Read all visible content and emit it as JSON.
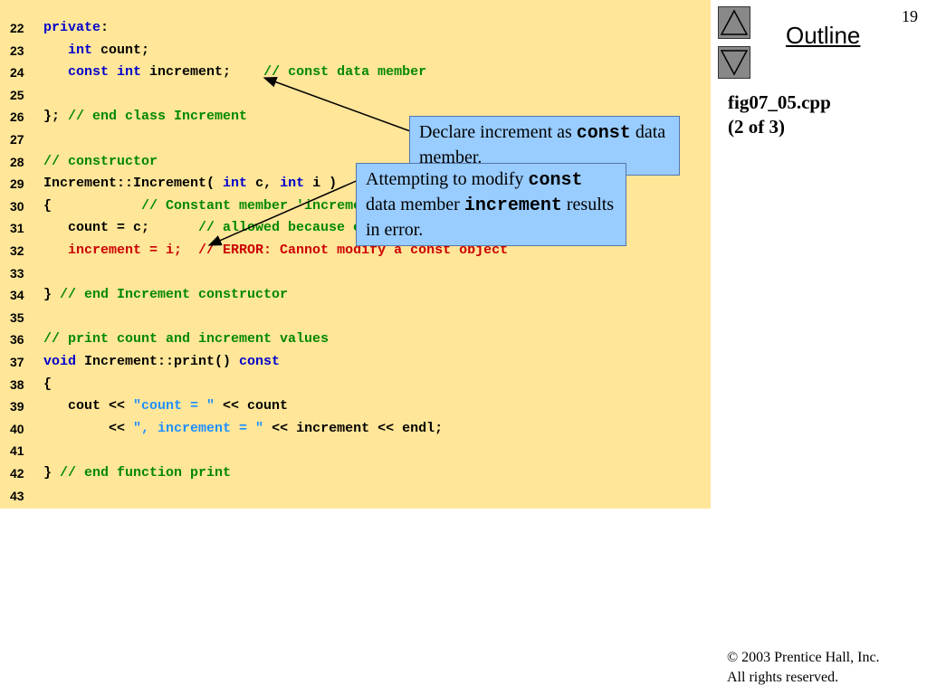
{
  "page_number": "19",
  "outline": {
    "label": "Outline"
  },
  "nav": {
    "up_icon": "triangle-up",
    "down_icon": "triangle-down",
    "button_color": "#888888"
  },
  "file": {
    "name": "fig07_05.cpp",
    "part": "(2 of 3)"
  },
  "copyright": {
    "line1": "© 2003 Prentice Hall, Inc.",
    "line2": "All rights reserved."
  },
  "colors": {
    "code_background": "#ffe699",
    "keyword": "#0000cc",
    "comment": "#008800",
    "string": "#1e90ff",
    "error": "#cc0000",
    "callout": "#99ccff"
  },
  "code": [
    {
      "n": "22",
      "tokens": [
        {
          "t": "kw",
          "v": "private"
        },
        {
          "t": "plain",
          "v": ":"
        }
      ]
    },
    {
      "n": "23",
      "tokens": [
        {
          "t": "plain",
          "v": "   "
        },
        {
          "t": "kw",
          "v": "int"
        },
        {
          "t": "plain",
          "v": " count;"
        }
      ]
    },
    {
      "n": "24",
      "tokens": [
        {
          "t": "plain",
          "v": "   "
        },
        {
          "t": "kw",
          "v": "const int"
        },
        {
          "t": "plain",
          "v": " increment;    "
        },
        {
          "t": "cm",
          "v": "// const data member"
        }
      ]
    },
    {
      "n": "25",
      "tokens": []
    },
    {
      "n": "26",
      "tokens": [
        {
          "t": "plain",
          "v": "}; "
        },
        {
          "t": "cm",
          "v": "// end class Increment"
        }
      ]
    },
    {
      "n": "27",
      "tokens": []
    },
    {
      "n": "28",
      "tokens": [
        {
          "t": "cm",
          "v": "// constructor"
        }
      ]
    },
    {
      "n": "29",
      "tokens": [
        {
          "t": "plain",
          "v": "Increment::Increment( "
        },
        {
          "t": "kw",
          "v": "int"
        },
        {
          "t": "plain",
          "v": " c, "
        },
        {
          "t": "kw",
          "v": "int"
        },
        {
          "t": "plain",
          "v": " i )"
        }
      ]
    },
    {
      "n": "30",
      "tokens": [
        {
          "t": "plain",
          "v": "{           "
        },
        {
          "t": "cm",
          "v": "// Constant member 'increment' is not initialized"
        }
      ]
    },
    {
      "n": "31",
      "tokens": [
        {
          "t": "plain",
          "v": "   count = c;      "
        },
        {
          "t": "cm",
          "v": "// allowed because count is not constant"
        }
      ]
    },
    {
      "n": "32",
      "tokens": [
        {
          "t": "plain",
          "v": "   "
        },
        {
          "t": "err",
          "v": "increment = i;  // ERROR: Cannot modify a const object"
        }
      ]
    },
    {
      "n": "33",
      "tokens": []
    },
    {
      "n": "34",
      "tokens": [
        {
          "t": "plain",
          "v": "} "
        },
        {
          "t": "cm",
          "v": "// end Increment constructor"
        }
      ]
    },
    {
      "n": "35",
      "tokens": []
    },
    {
      "n": "36",
      "tokens": [
        {
          "t": "cm",
          "v": "// print count and increment values"
        }
      ]
    },
    {
      "n": "37",
      "tokens": [
        {
          "t": "kw",
          "v": "void"
        },
        {
          "t": "plain",
          "v": " Increment::print() "
        },
        {
          "t": "kw",
          "v": "const"
        }
      ]
    },
    {
      "n": "38",
      "tokens": [
        {
          "t": "plain",
          "v": "{"
        }
      ]
    },
    {
      "n": "39",
      "tokens": [
        {
          "t": "plain",
          "v": "   cout << "
        },
        {
          "t": "str",
          "v": "\"count = \""
        },
        {
          "t": "plain",
          "v": " << count"
        }
      ]
    },
    {
      "n": "40",
      "tokens": [
        {
          "t": "plain",
          "v": "        << "
        },
        {
          "t": "str",
          "v": "\", increment = \""
        },
        {
          "t": "plain",
          "v": " << increment << endl;"
        }
      ]
    },
    {
      "n": "41",
      "tokens": []
    },
    {
      "n": "42",
      "tokens": [
        {
          "t": "plain",
          "v": "} "
        },
        {
          "t": "cm",
          "v": "// end function print"
        }
      ]
    },
    {
      "n": "43",
      "tokens": []
    }
  ],
  "callouts": [
    {
      "pre": "Declare increment as ",
      "code": "const",
      "post": " data member."
    },
    {
      "pre": "Attempting to modify ",
      "code": "const",
      "mid": " data member ",
      "code2": "increment",
      "post": " results in error."
    }
  ]
}
